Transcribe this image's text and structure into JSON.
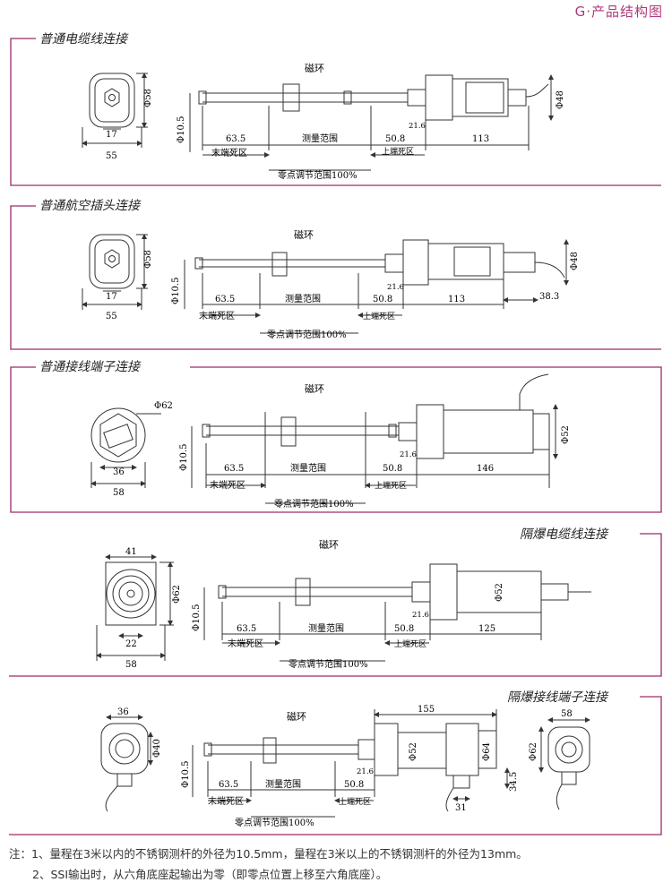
{
  "page_title": "G·产品结构图",
  "common_labels": {
    "magnet": "磁环",
    "end_dead_zone": "末端死区",
    "measure_range": "测量范围",
    "top_dead_zone": "上端死区",
    "zero_adjust": "零点调节范围100%",
    "dim_63_5": "63.5",
    "dim_50_8": "50.8",
    "dim_21_6": "21.6",
    "rod_dia": "Φ10.5"
  },
  "sections": [
    {
      "title": "普通电缆线连接",
      "front_width": "55",
      "front_inner": "17",
      "front_diameter": "Φ58",
      "body_length": "113",
      "body_diameter": "Φ48"
    },
    {
      "title": "普通航空插头连接",
      "front_width": "55",
      "front_inner": "17",
      "front_diameter": "Φ58",
      "body_length": "113",
      "body_diameter": "Φ48",
      "connector_length": "38.3"
    },
    {
      "title": "普通接线端子连接",
      "front_width": "58",
      "front_inner": "36",
      "front_diameter": "Φ62",
      "body_length": "146",
      "body_diameter": "Φ52"
    },
    {
      "title": "隔爆电缆线连接",
      "front_width": "58",
      "front_inner": "22",
      "front_top": "41",
      "front_diameter": "Φ62",
      "body_length": "125",
      "body_diameter": "Φ52"
    },
    {
      "title": "隔爆接线端子连接",
      "front_top": "36",
      "front_diameter": "Φ40",
      "overall_length": "155",
      "body_diameter": "Φ52",
      "head_diameter": "Φ64",
      "bottom_dim": "31",
      "side_dim": "34.5",
      "right_top": "58",
      "right_diameter": "Φ62"
    }
  ],
  "notes": [
    "注：1、量程在3米以内的不锈钢测杆的外径为10.5mm，量程在3米以上的不锈钢测杆的外径为13mm。",
    "2、SSI输出时，从六角底座起输出为零（即零点位置上移至六角底座）。"
  ],
  "colors": {
    "accent": "#9c2a6a",
    "line": "#333333"
  }
}
